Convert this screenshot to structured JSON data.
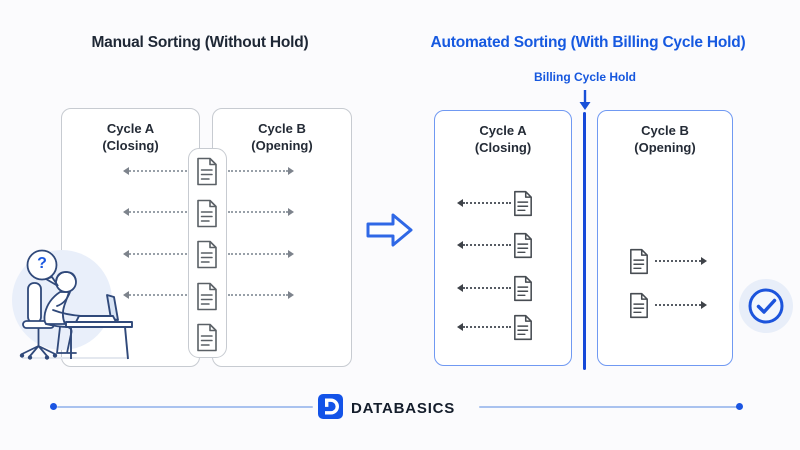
{
  "titles": {
    "left": "Manual Sorting (Without Hold)",
    "right": "Automated Sorting (With Billing Cycle Hold)"
  },
  "left_panel": {
    "cycle_a": {
      "title": "Cycle A",
      "subtitle": "(Closing)"
    },
    "cycle_b": {
      "title": "Cycle B",
      "subtitle": "(Opening)"
    },
    "document_count": 5,
    "bidirectional_arrow_rows": 4,
    "flow": "documents sorted manually into either cycle"
  },
  "right_panel": {
    "hold_label": "Billing Cycle Hold",
    "cycle_a": {
      "title": "Cycle A",
      "subtitle": "(Closing)",
      "document_count": 4,
      "arrow_direction": "left"
    },
    "cycle_b": {
      "title": "Cycle B",
      "subtitle": "(Opening)",
      "document_count": 2,
      "arrow_direction": "right"
    }
  },
  "illustration": {
    "question_mark": "?"
  },
  "footer": {
    "brand": "DATABASICS"
  },
  "colors": {
    "accent_blue": "#1558e0",
    "hold_line_blue": "#1548d8",
    "light_blue_border": "#7099f2",
    "gray_border": "#c7cbd1",
    "dark_text": "#1e2735",
    "background": "#fbfbfd"
  }
}
